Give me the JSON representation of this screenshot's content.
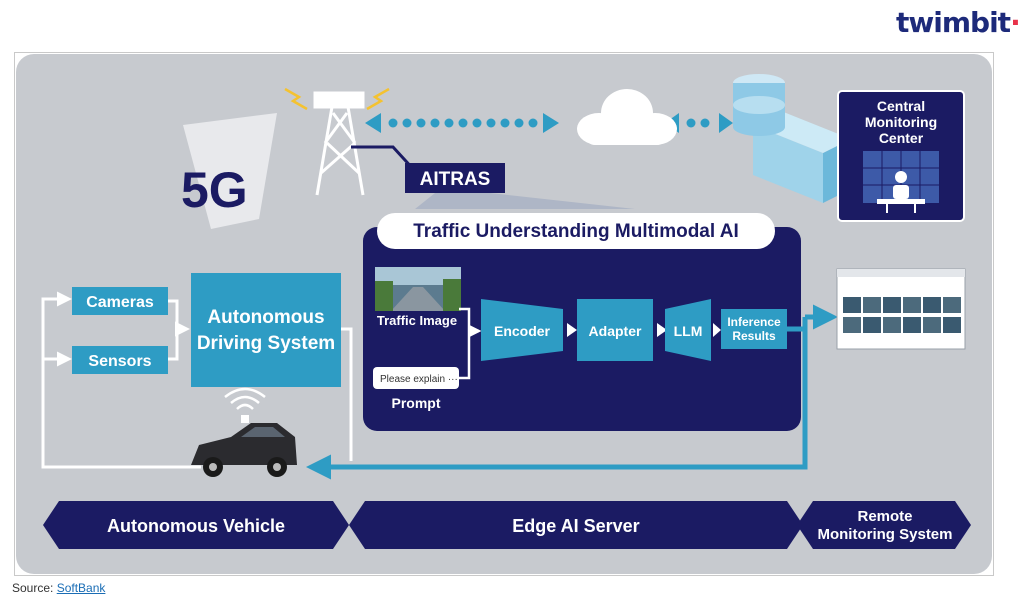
{
  "brand": {
    "logo_text": "twimbit"
  },
  "diagram": {
    "network_label": "5G",
    "aitras_label": "AITRAS",
    "central_monitoring": [
      "Central",
      "Monitoring",
      "Center"
    ],
    "ai_title": "Traffic Understanding Multimodal AI",
    "traffic_image_label": "Traffic Image",
    "prompt_placeholder": "Please explain ···",
    "prompt_label": "Prompt",
    "pipeline": {
      "encoder": "Encoder",
      "adapter": "Adapter",
      "llm": "LLM",
      "inference": [
        "Inference",
        "Results"
      ]
    },
    "cameras": "Cameras",
    "sensors": "Sensors",
    "ads": [
      "Autonomous",
      "Driving System"
    ],
    "bottom_sections": {
      "vehicle": "Autonomous Vehicle",
      "edge": "Edge AI Server",
      "remote": [
        "Remote",
        "Monitoring System"
      ]
    }
  },
  "source": {
    "prefix": "Source: ",
    "link": "SoftBank"
  },
  "colors": {
    "navy": "#1b1b63",
    "teal": "#2e9cc4",
    "panel": "#c7cacf",
    "white": "#ffffff"
  }
}
